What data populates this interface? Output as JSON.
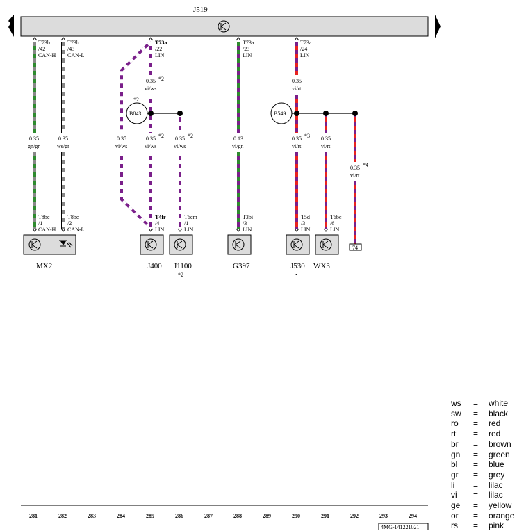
{
  "header": {
    "control_unit": "J519"
  },
  "bus_connectors": [
    {
      "id": "c1",
      "lines": [
        "T73b",
        "/42",
        "CAN-H"
      ]
    },
    {
      "id": "c2",
      "lines": [
        "T73b",
        "/43",
        "CAN-L"
      ]
    },
    {
      "id": "c3",
      "lines": [
        "T73a",
        "/22",
        "LIN"
      ]
    },
    {
      "id": "c4",
      "lines": [
        "T73a",
        "/23",
        "LIN"
      ]
    },
    {
      "id": "c5",
      "lines": [
        "T73a",
        "/24",
        "LIN"
      ]
    }
  ],
  "wire_labels": [
    {
      "id": "w1",
      "size": "0.35",
      "color": "gn/gr",
      "note": ""
    },
    {
      "id": "w2",
      "size": "0.35",
      "color": "ws/gr",
      "note": ""
    },
    {
      "id": "w3",
      "size": "0.35",
      "color": "vi/ws",
      "note": ""
    },
    {
      "id": "w4",
      "size": "0.35",
      "color": "vi/ws",
      "note": "*2"
    },
    {
      "id": "w5",
      "size": "0.35",
      "color": "vi/ws",
      "note": "*2"
    },
    {
      "id": "w6",
      "size": "0.35",
      "color": "vi/ws",
      "note": "*2"
    },
    {
      "id": "w7",
      "size": "0.13",
      "color": "vi/gn",
      "note": ""
    },
    {
      "id": "w8",
      "size": "0.35",
      "color": "vi/rt",
      "note": ""
    },
    {
      "id": "w9",
      "size": "0.35",
      "color": "vi/rt",
      "note": "*3"
    },
    {
      "id": "w10",
      "size": "0.35",
      "color": "vi/rt",
      "note": ""
    },
    {
      "id": "w11",
      "size": "0.35",
      "color": "vi/rt",
      "note": "*4"
    }
  ],
  "junctions": [
    {
      "id": "j1",
      "label": "B843",
      "note": "*2"
    },
    {
      "id": "j2",
      "label": "B549",
      "note": ""
    }
  ],
  "bottom_connectors": [
    {
      "id": "b1",
      "lines": [
        "T8bc",
        "/1",
        "CAN-H"
      ]
    },
    {
      "id": "b2",
      "lines": [
        "T8bc",
        "/2",
        "CAN-L"
      ]
    },
    {
      "id": "b3",
      "lines": [
        "T4fr",
        "/4",
        "LIN"
      ]
    },
    {
      "id": "b4",
      "lines": [
        "T6cm",
        "/1",
        "LIN"
      ]
    },
    {
      "id": "b5",
      "lines": [
        "T3bi",
        "/3",
        "LIN"
      ]
    },
    {
      "id": "b6",
      "lines": [
        "T5d",
        "/3",
        "LIN"
      ]
    },
    {
      "id": "b7",
      "lines": [
        "T6bc",
        "/6",
        "LIN"
      ]
    }
  ],
  "components": [
    {
      "id": "k1",
      "name": "MX2",
      "note": ""
    },
    {
      "id": "k2",
      "name": "J400",
      "note": ""
    },
    {
      "id": "k3",
      "name": "J1100",
      "note": "*2"
    },
    {
      "id": "k4",
      "name": "G397",
      "note": ""
    },
    {
      "id": "k5",
      "name": "J530",
      "note": "•"
    },
    {
      "id": "k6",
      "name": "WX3",
      "note": ""
    }
  ],
  "terminal": {
    "label": "74"
  },
  "column_numbers": [
    "281",
    "282",
    "283",
    "284",
    "285",
    "286",
    "287",
    "288",
    "289",
    "290",
    "291",
    "292",
    "293",
    "294"
  ],
  "document_code": "4MG-141221021",
  "legend": [
    {
      "code": "ws",
      "name": "white"
    },
    {
      "code": "sw",
      "name": "black"
    },
    {
      "code": "ro",
      "name": "red"
    },
    {
      "code": "rt",
      "name": "red"
    },
    {
      "code": "br",
      "name": "brown"
    },
    {
      "code": "gn",
      "name": "green"
    },
    {
      "code": "bl",
      "name": "blue"
    },
    {
      "code": "gr",
      "name": "grey"
    },
    {
      "code": "li",
      "name": "lilac"
    },
    {
      "code": "vi",
      "name": "lilac"
    },
    {
      "code": "ge",
      "name": "yellow"
    },
    {
      "code": "or",
      "name": "orange"
    },
    {
      "code": "rs",
      "name": "pink"
    }
  ],
  "colors": {
    "green": "#2e8b2e",
    "grey": "#888888",
    "violet": "#7a1f8a",
    "red": "#e8231f",
    "white": "#ffffff",
    "bar": "#dcdcdc"
  }
}
